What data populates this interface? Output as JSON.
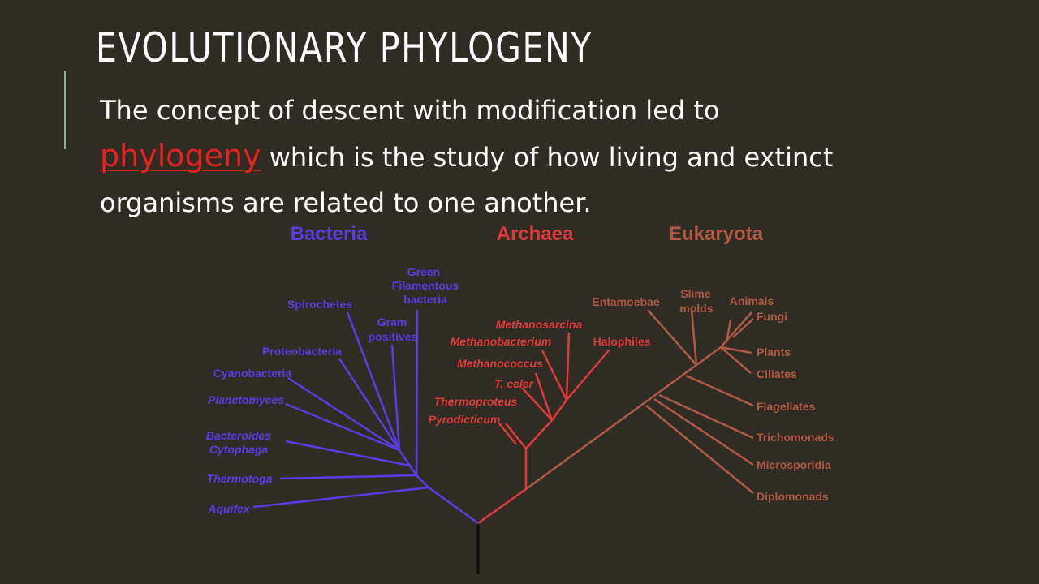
{
  "slide": {
    "title": "EVOLUTIONARY PHYLOGENY",
    "body": {
      "before": "The concept of descent with modification led to",
      "keyword": "phylogeny",
      "after": " which is the study of how living and extinct organisms are related to one another."
    }
  },
  "tree": {
    "colors": {
      "bacteria": "#5a3be6",
      "archaea": "#e23a3a",
      "eukaryota": "#b05a46",
      "trunk": "#0d0d0d"
    },
    "domains": {
      "bacteria": "Bacteria",
      "archaea": "Archaea",
      "eukaryota": "Eukaryota"
    },
    "bacteria": {
      "green": [
        "Green",
        "Filamentous",
        "bacteria"
      ],
      "gram": [
        "Gram",
        "positives"
      ],
      "spirochetes": "Spirochetes",
      "proteobacteria": "Proteobacteria",
      "cyanobacteria": "Cyanobacteria",
      "planctomyces": "Planctomyces",
      "bacteroides": [
        "Bacteroides",
        "Cytophaga"
      ],
      "thermotoga": "Thermotoga",
      "aquifex": "Aquifex"
    },
    "archaea": {
      "methanosarcina": "Methanosarcina",
      "methanobacterium": "Methanobacterium",
      "halophiles": "Halophiles",
      "methanococcus": "Methanococcus",
      "tceler": "T. celer",
      "thermoproteus": "Thermoproteus",
      "pyrodicticum": "Pyrodicticum"
    },
    "eukaryota": {
      "entamoebae": "Entamoebae",
      "slime": [
        "Slime",
        "molds"
      ],
      "animals": "Animals",
      "fungi": "Fungi",
      "plants": "Plants",
      "ciliates": "Ciliates",
      "flagellates": "Flagellates",
      "trichomonads": "Trichomonads",
      "microsporidia": "Microsporidia",
      "diplomonads": "Diplomonads"
    }
  }
}
